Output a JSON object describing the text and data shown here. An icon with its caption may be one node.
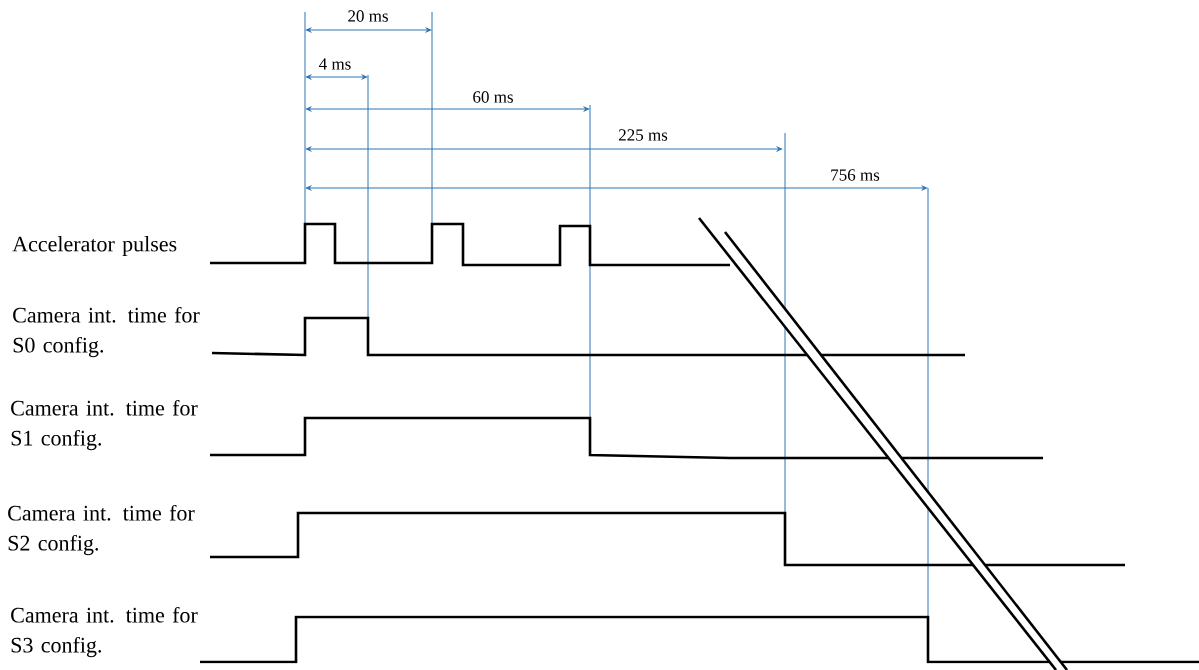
{
  "diagram": {
    "labels": [
      "20 ms",
      "4 ms",
      "60 ms",
      "225 ms",
      "756 ms",
      "Accelerator pulses",
      "Camera int. time for S0 config.",
      "Camera int. time for S1 config.",
      "Camera int. time for S2 config.",
      "Camera int. time for S3 config."
    ]
  }
}
